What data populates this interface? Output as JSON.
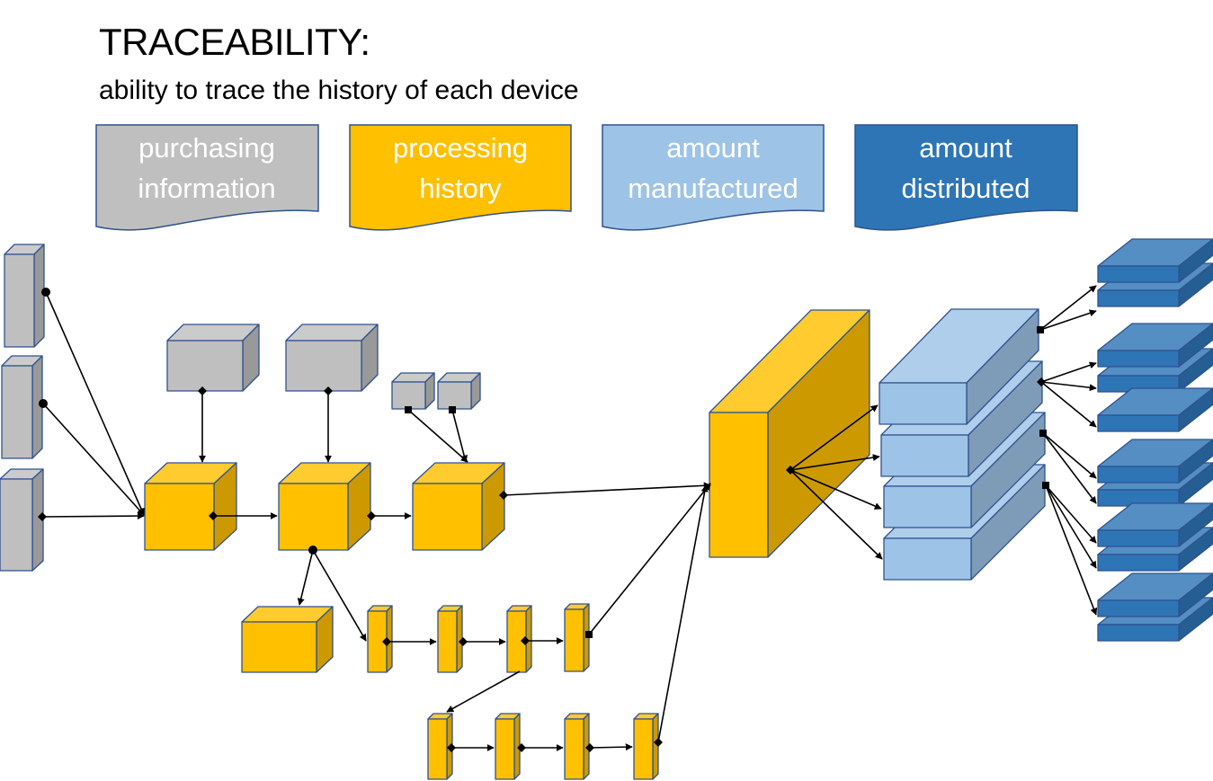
{
  "header": {
    "title": "TRACEABILITY:",
    "subtitle": "ability to trace the history of each device"
  },
  "legend": [
    {
      "line1": "purchasing",
      "line2": "information",
      "color": "#BFBFBF"
    },
    {
      "line1": "processing",
      "line2": "history",
      "color": "#FFC000"
    },
    {
      "line1": "amount",
      "line2": "manufactured",
      "color": "#9DC3E6"
    },
    {
      "line1": "amount",
      "line2": "distributed",
      "color": "#2E75B6"
    }
  ],
  "colors": {
    "gray": "#BFBFBF",
    "yellow": "#FFC000",
    "light_blue": "#9DC3E6",
    "dark_blue": "#2E75B6",
    "outline": "#2F528F"
  }
}
